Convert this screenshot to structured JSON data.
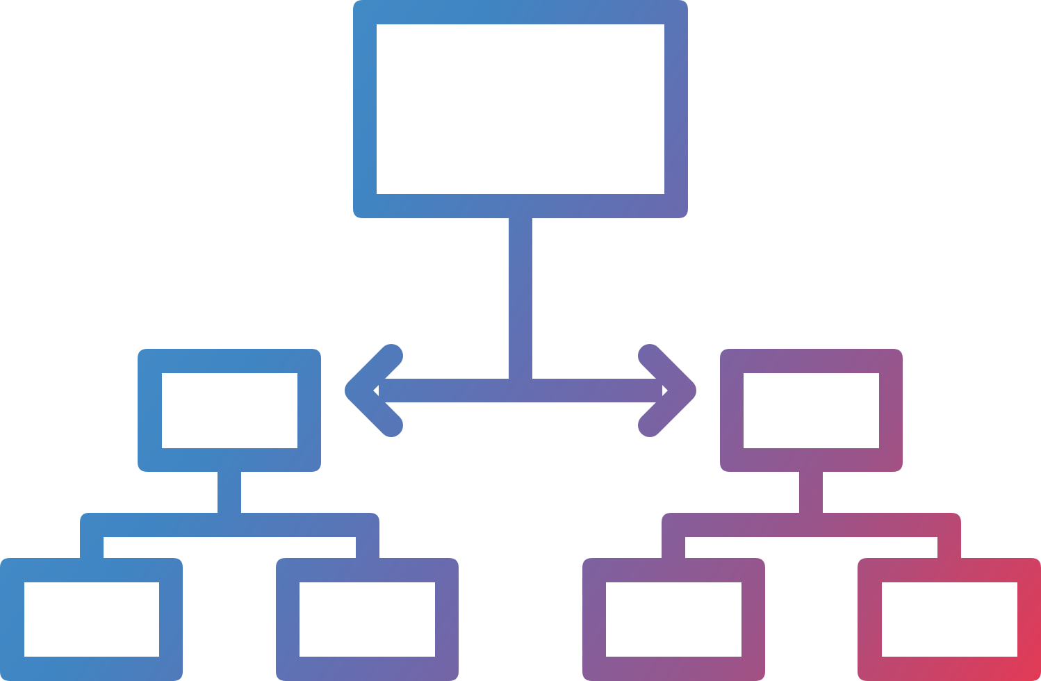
{
  "icon": {
    "name": "hierarchy-structure-icon",
    "style": "outline-gradient",
    "gradient_colors": [
      "#4a98d0",
      "#3f85c3",
      "#6a6aae",
      "#9a548a",
      "#e33a55"
    ]
  },
  "nodes": [
    {
      "id": "root",
      "level": 0,
      "label": ""
    },
    {
      "id": "left-branch",
      "level": 1,
      "parent": "root",
      "label": ""
    },
    {
      "id": "right-branch",
      "level": 1,
      "parent": "root",
      "label": ""
    },
    {
      "id": "left-leaf-1",
      "level": 2,
      "parent": "left-branch",
      "label": ""
    },
    {
      "id": "left-leaf-2",
      "level": 2,
      "parent": "left-branch",
      "label": ""
    },
    {
      "id": "right-leaf-1",
      "level": 2,
      "parent": "right-branch",
      "label": ""
    },
    {
      "id": "right-leaf-2",
      "level": 2,
      "parent": "right-branch",
      "label": ""
    }
  ],
  "arrow": {
    "type": "bidirectional",
    "between": [
      "left-branch",
      "right-branch"
    ]
  }
}
